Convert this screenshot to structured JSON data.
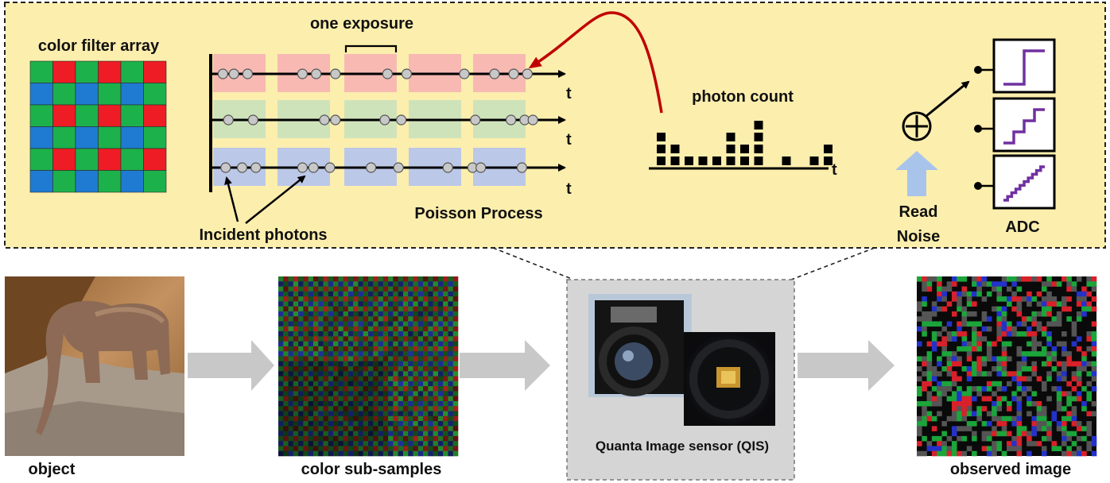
{
  "labels": {
    "cfa_title": "color filter array",
    "one_exposure": "one exposure",
    "t": "t",
    "incident_photons": "Incident photons",
    "poisson": "Poisson Process",
    "photon_count": "photon count",
    "read_noise_1": "Read",
    "read_noise_2": "Noise",
    "adc": "ADC",
    "object": "object",
    "sub_samples": "color sub-samples",
    "qis": "Quanta  Image sensor  (QIS)",
    "observed": "observed image"
  },
  "colors": {
    "panel_fill": "#FCEEAD",
    "red": "#EE1C24",
    "green": "#1DB14B",
    "blue": "#1F7BD1",
    "red_band": "#F8B9B3",
    "green_band": "#CFE3BB",
    "blue_band": "#BCC8E8",
    "arrow_red": "#C00000",
    "arrow_gray": "#C8C8C8",
    "adc_step": "#7030A0",
    "read_arrow": "#A9C4EB"
  },
  "cfa_pattern": [
    [
      "G",
      "R",
      "G",
      "R",
      "G",
      "R"
    ],
    [
      "B",
      "G",
      "B",
      "G",
      "B",
      "G"
    ],
    [
      "G",
      "R",
      "G",
      "R",
      "G",
      "R"
    ],
    [
      "B",
      "G",
      "B",
      "G",
      "B",
      "G"
    ],
    [
      "G",
      "R",
      "G",
      "R",
      "G",
      "R"
    ],
    [
      "B",
      "G",
      "B",
      "G",
      "B",
      "G"
    ]
  ],
  "photon_rows": [
    {
      "color": "red",
      "times": [
        0.03,
        0.07,
        0.12,
        0.32,
        0.37,
        0.44,
        0.63,
        0.7,
        0.91,
        1.02,
        1.09,
        1.14
      ]
    },
    {
      "color": "green",
      "times": [
        0.05,
        0.14,
        0.4,
        0.44,
        0.62,
        0.68,
        0.95,
        1.08,
        1.13,
        1.16
      ]
    },
    {
      "color": "blue",
      "times": [
        0.04,
        0.1,
        0.15,
        0.32,
        0.36,
        0.42,
        0.57,
        0.67,
        0.85,
        0.94,
        0.97,
        1.12
      ]
    }
  ],
  "photon_counts": [
    3,
    2,
    1,
    1,
    1,
    3,
    2,
    4,
    0,
    1,
    0,
    1,
    2
  ]
}
